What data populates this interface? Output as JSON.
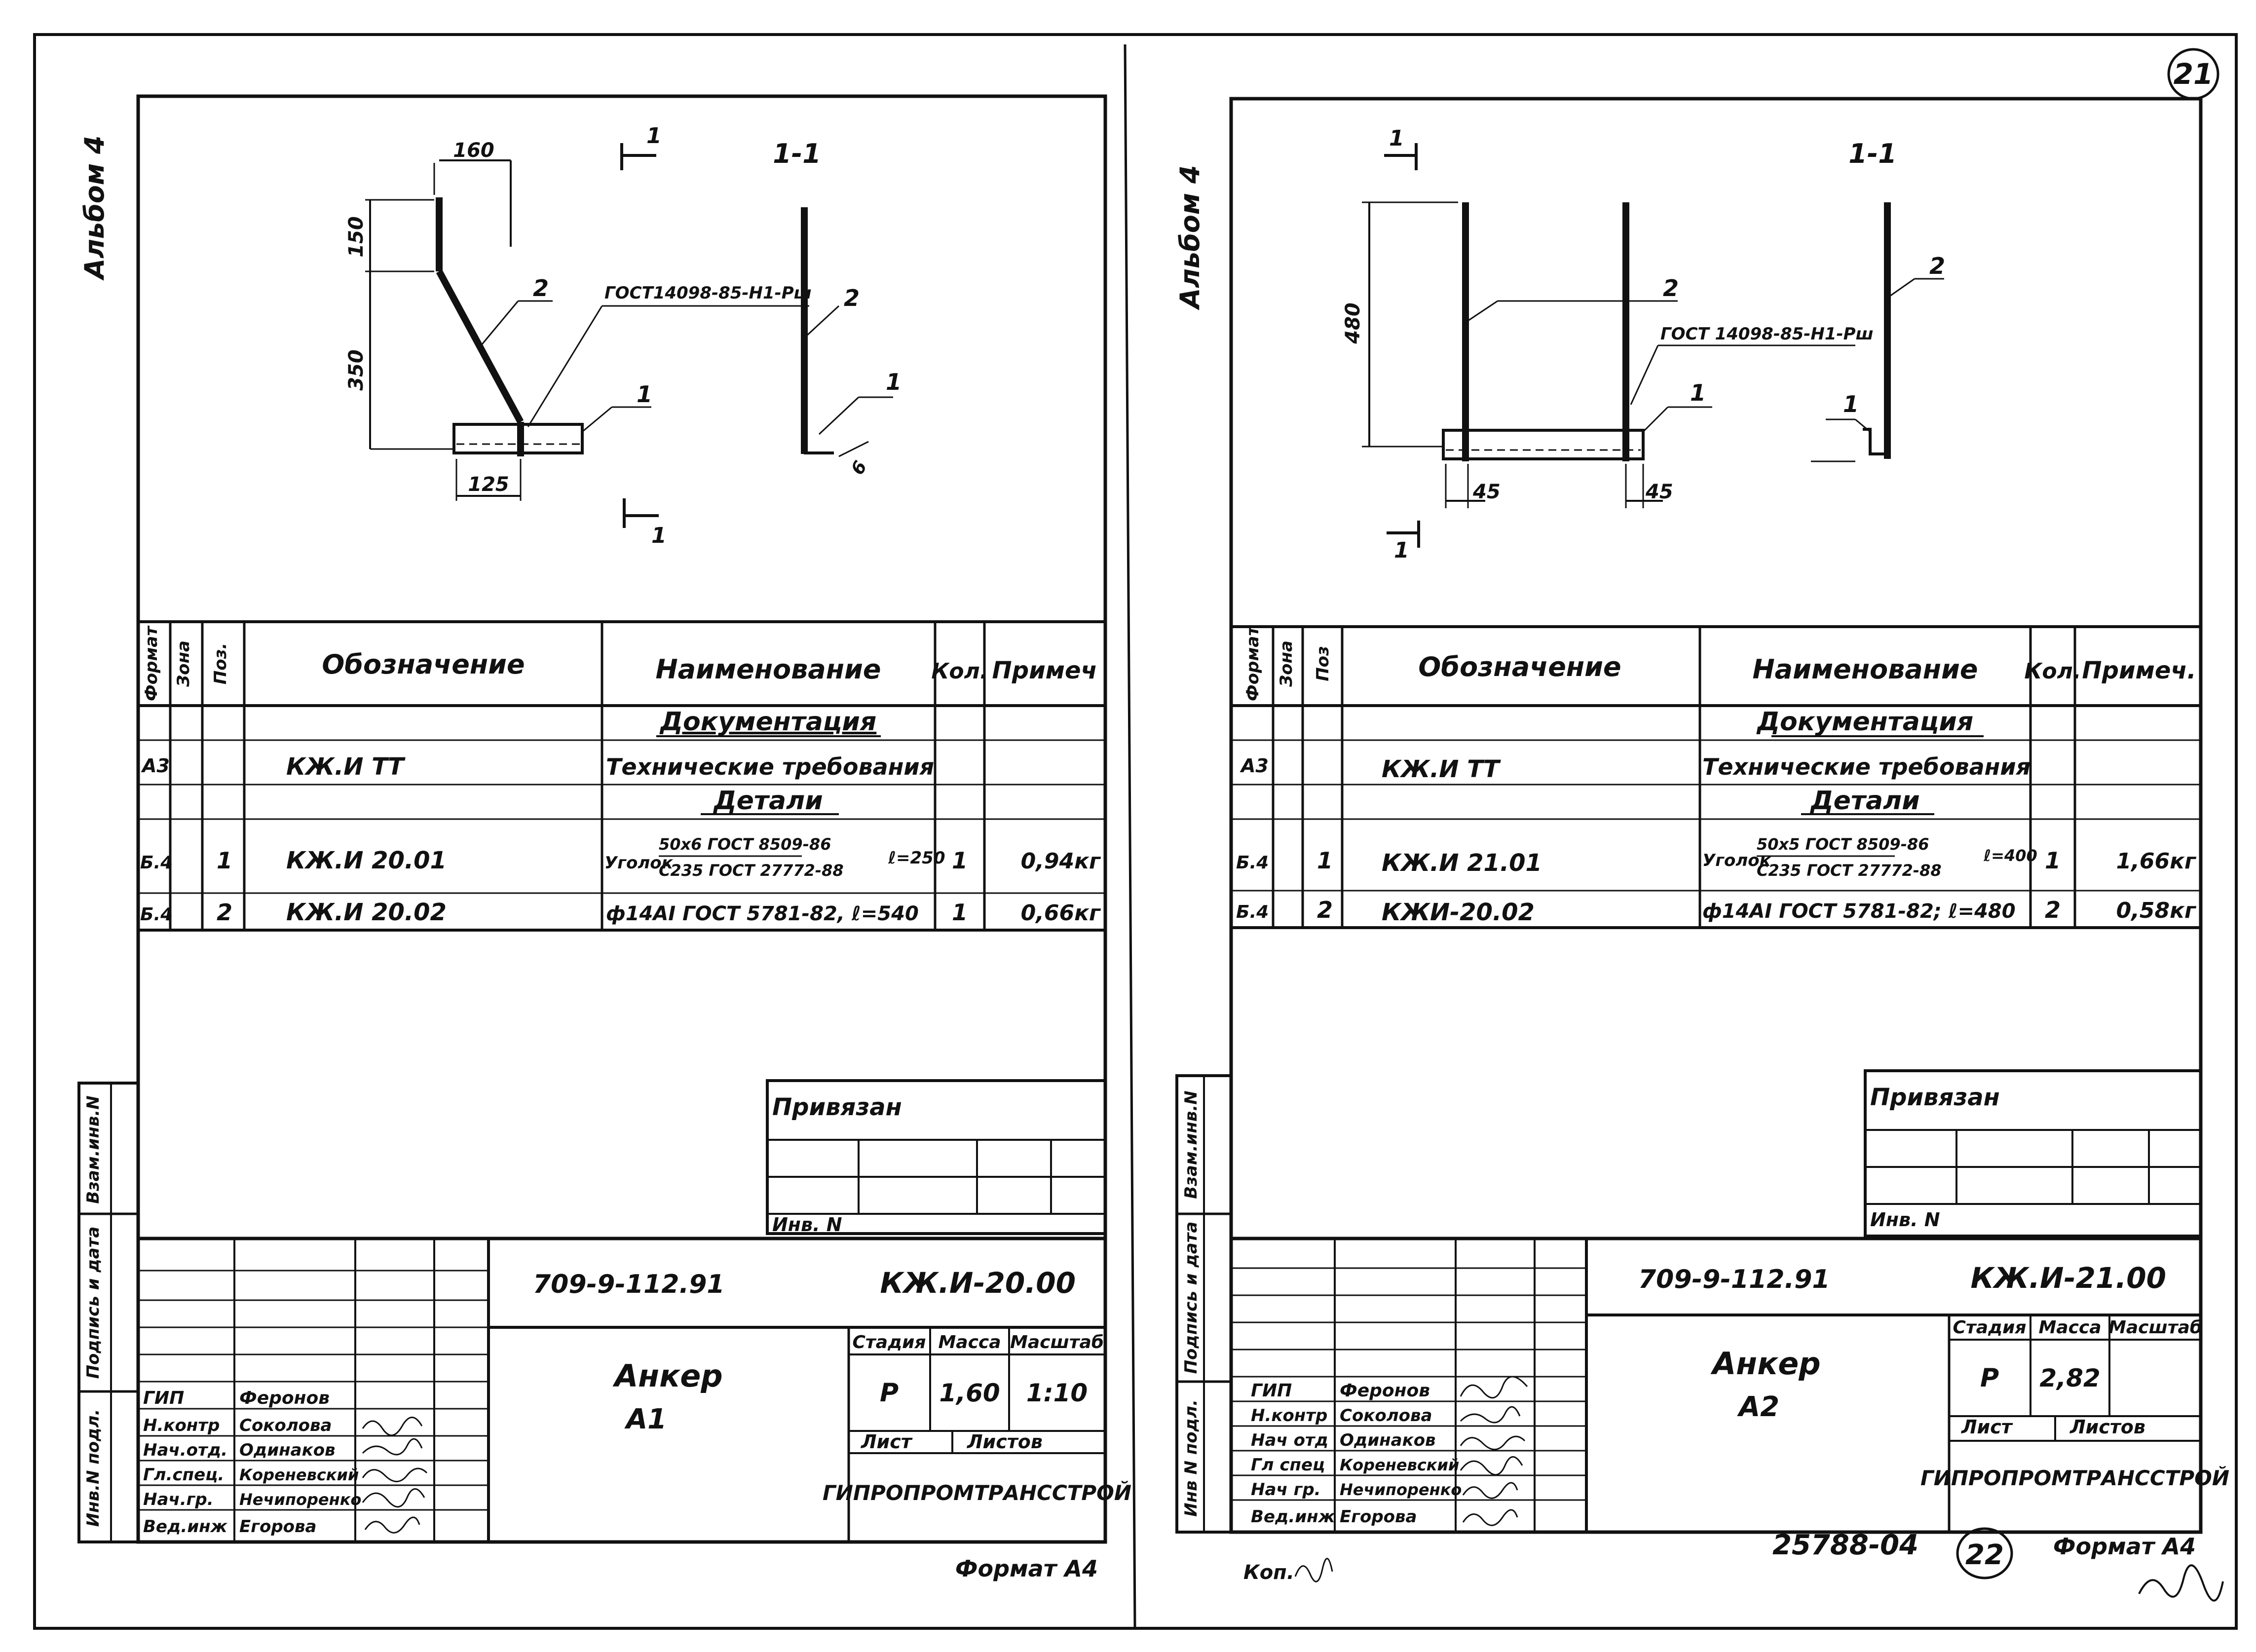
{
  "sheets": [
    {
      "album": "Альбом 4",
      "page_number": "",
      "section_label": "1-1",
      "cut_label": "1",
      "dims": [
        "160",
        "150",
        "350",
        "125",
        "6"
      ],
      "callouts": [
        "2",
        "2",
        "1",
        "1"
      ],
      "weld_note": "ГОСТ14098-85-Н1-Рш",
      "table": {
        "headers": {
          "format": "Формат",
          "zone": "Зона",
          "pos": "Поз.",
          "designation": "Обозначение",
          "name": "Наименование",
          "qty": "Кол.",
          "note": "Примеч"
        },
        "sections": [
          "Документация",
          "Детали"
        ],
        "rows": [
          {
            "format": "А3",
            "pos": "",
            "designation": "КЖ.И ТТ",
            "name": "Технические требования",
            "qty": "",
            "note": ""
          },
          {
            "format": "Б.4",
            "pos": "1",
            "designation": "КЖ.И 20.01",
            "name_main": "Уголок",
            "name_top": "50х6 ГОСТ 8509-86",
            "name_bottom": "С235 ГОСТ 27772-88",
            "name_len": "ℓ=250",
            "qty": "1",
            "note": "0,94кг"
          },
          {
            "format": "Б.4",
            "pos": "2",
            "designation": "КЖ.И 20.02",
            "name": "ф14АⅠ ГОСТ 5781-82, ℓ=540",
            "qty": "1",
            "note": "0,66кг"
          }
        ]
      },
      "privyazan": "Привязан",
      "inv_n": "Инв. N",
      "side_labels": [
        "Взам.инв.N",
        "Подпись и дата",
        "Инв.N подл."
      ],
      "doc_code": "709-9-112.91",
      "mark": "КЖ.И-20.00",
      "title_line1": "Анкер",
      "title_line2": "А1",
      "stage_label": "Стадия",
      "mass_label": "Масса",
      "scale_label": "Масштаб",
      "stage": "Р",
      "mass": "1,60",
      "scale": "1:10",
      "sheet_label": "Лист",
      "sheets_label": "Листов",
      "org": "ГИПРОПРОМТРАНССТРОЙ",
      "roles": [
        "ГИП",
        "Н.контр",
        "Нач.отд.",
        "Гл.спец.",
        "Нач.гр.",
        "Вед.инж"
      ],
      "names": [
        "Феронов",
        "Соколова",
        "Одинаков",
        "Кореневский",
        "Нечипоренко",
        "Егорова"
      ],
      "format_note": "Формат А4"
    },
    {
      "album": "Альбом 4",
      "page_number": "21",
      "section_label": "1-1",
      "cut_label": "1",
      "dims": [
        "480",
        "45",
        "45"
      ],
      "callouts": [
        "2",
        "2",
        "1",
        "1"
      ],
      "weld_note": "ГОСТ 14098-85-Н1-Рш",
      "table": {
        "headers": {
          "format": "Формат",
          "zone": "Зона",
          "pos": "Поз",
          "designation": "Обозначение",
          "name": "Наименование",
          "qty": "Кол.",
          "note": "Примеч."
        },
        "sections": [
          "Документация",
          "Детали"
        ],
        "rows": [
          {
            "format": "А3",
            "pos": "",
            "designation": "КЖ.И ТТ",
            "name": "Технические требования",
            "qty": "",
            "note": ""
          },
          {
            "format": "Б.4",
            "pos": "1",
            "designation": "КЖ.И 21.01",
            "name_main": "Уголок",
            "name_top": "50х5 ГОСТ 8509-86",
            "name_bottom": "С235 ГОСТ 27772-88",
            "name_len": "ℓ=400",
            "qty": "1",
            "note": "1,66кг"
          },
          {
            "format": "Б.4",
            "pos": "2",
            "designation": "КЖИ-20.02",
            "name": "ф14АⅠ ГОСТ 5781-82; ℓ=480",
            "qty": "2",
            "note": "0,58кг"
          }
        ]
      },
      "privyazan": "Привязан",
      "inv_n": "Инв. N",
      "side_labels": [
        "Взам.инв.N",
        "Подпись и дата",
        "Инв N подл."
      ],
      "doc_code": "709-9-112.91",
      "mark": "КЖ.И-21.00",
      "title_line1": "Анкер",
      "title_line2": "А2",
      "stage_label": "Стадия",
      "mass_label": "Масса",
      "scale_label": "Масштаб",
      "stage": "Р",
      "mass": "2,82",
      "scale": "",
      "sheet_label": "Лист",
      "sheets_label": "Листов",
      "org": "ГИПРОПРОМТРАНССТРОЙ",
      "roles": [
        "ГИП",
        "Н.контр",
        "Нач отд",
        "Гл спец",
        "Нач гр.",
        "Вед.инж"
      ],
      "names": [
        "Феронов",
        "Соколова",
        "Одинаков",
        "Кореневский",
        "Нечипоренко",
        "Егорова"
      ],
      "format_note": "Формат А4",
      "archive_no": "25788-04",
      "copy_label": "Коп.",
      "footer_page": "22"
    }
  ]
}
